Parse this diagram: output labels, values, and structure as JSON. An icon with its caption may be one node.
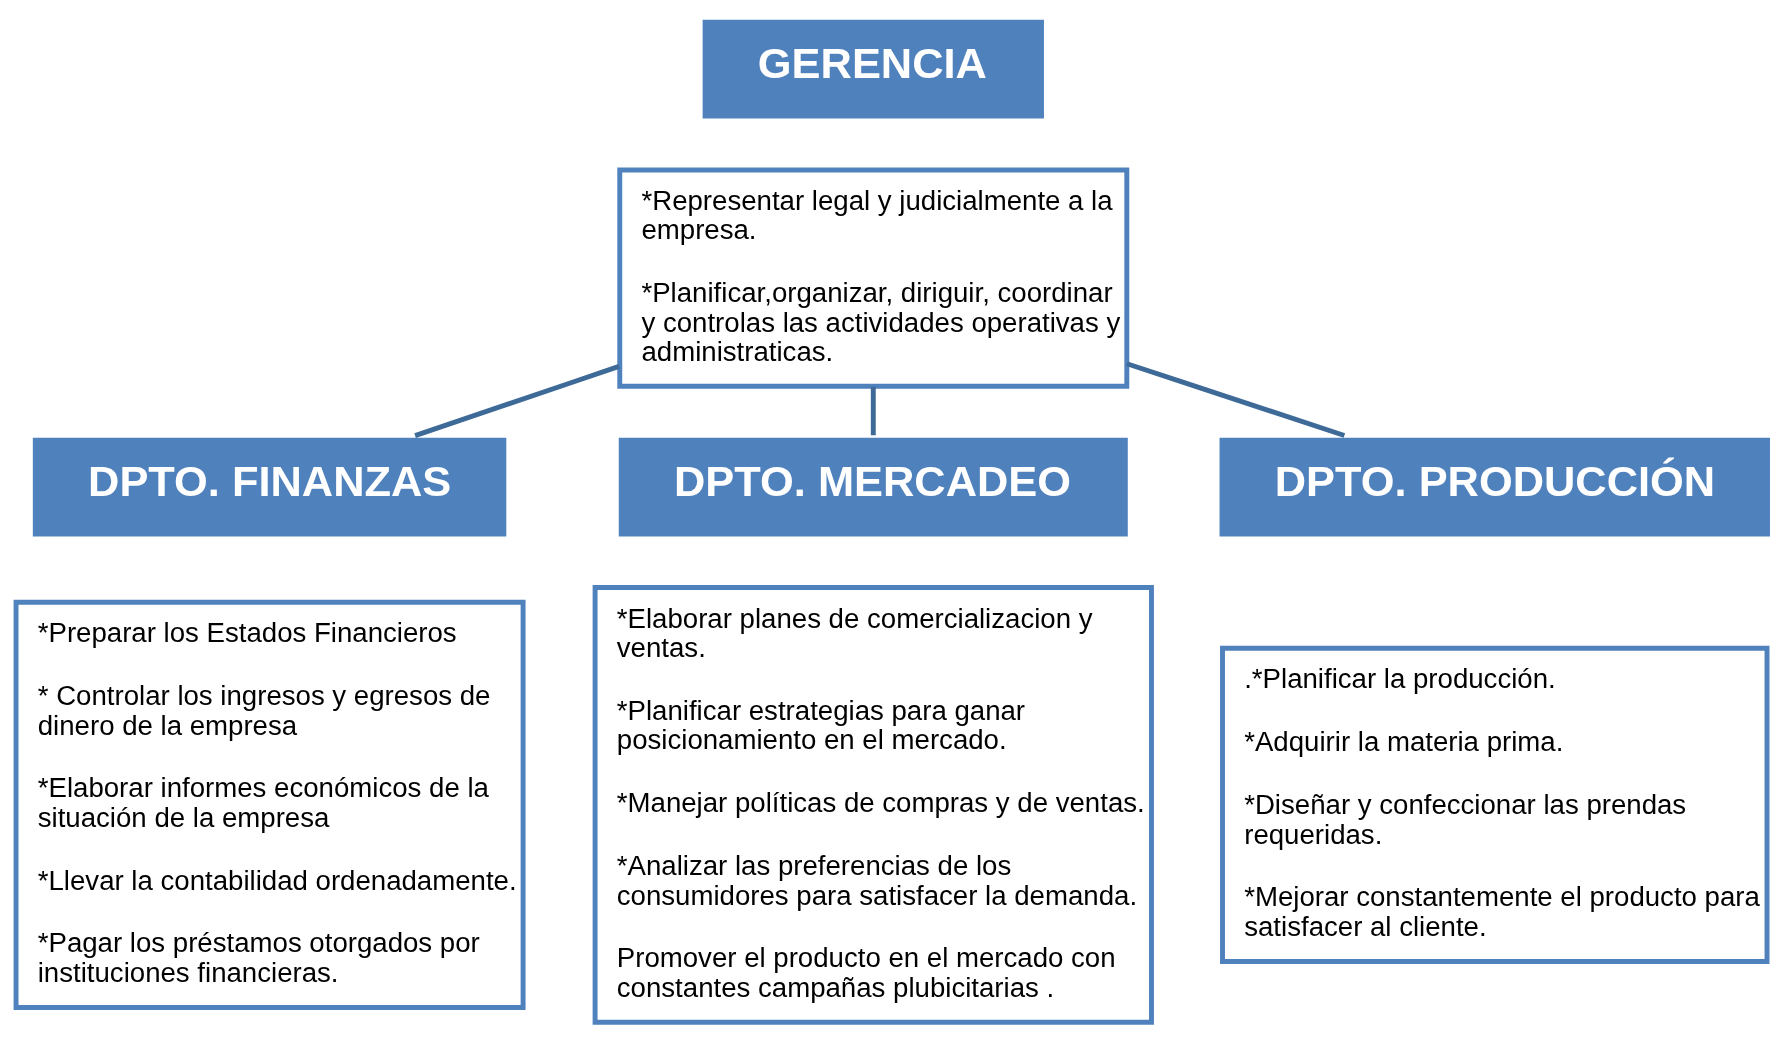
{
  "diagram": {
    "nodes": [
      {
        "text": [
          "GERENCIA"
        ]
      },
      {
        "text": [
          "*Representar legal y judicialmente a la empresa.",
          "*Planificar,organizar, diriguir, coordinar y controlas las actividades operativas y administraticas."
        ]
      },
      {
        "text": [
          "DPTO. FINANZAS"
        ]
      },
      {
        "text": [
          "*Preparar los Estados Financieros",
          "* Controlar los ingresos y egresos de dinero de la empresa",
          "*Elaborar informes económicos de la situación de la empresa",
          "*Llevar la contabilidad ordenadamente.",
          "*Pagar los préstamos otorgados por instituciones financieras."
        ]
      },
      {
        "text": [
          "DPTO. MERCADEO"
        ]
      },
      {
        "text": [
          "*Elaborar planes de comercializacion y ventas.",
          "*Planificar estrategias para ganar posicionamiento en el mercado.",
          "*Manejar políticas de compras y de ventas.",
          "*Analizar las preferencias de los consumidores para satisfacer la demanda.",
          "Promover el producto en el mercado con constantes campañas plubicitarias ."
        ]
      },
      {
        "text": [
          "DPTO. PRODUCCIÓN"
        ]
      },
      {
        "text": [
          ".*Planificar la producción.",
          "*Adquirir la materia prima.",
          "*Diseñar y confeccionar las prendas requeridas.",
          "*Mejorar constantemente el producto para satisfacer al cliente."
        ]
      }
    ],
    "edges": [
      {
        "from": 1,
        "to": 2,
        "arrow": "none"
      },
      {
        "from": 1,
        "to": 4,
        "arrow": "none"
      },
      {
        "from": 1,
        "to": 6,
        "arrow": "none"
      }
    ]
  }
}
